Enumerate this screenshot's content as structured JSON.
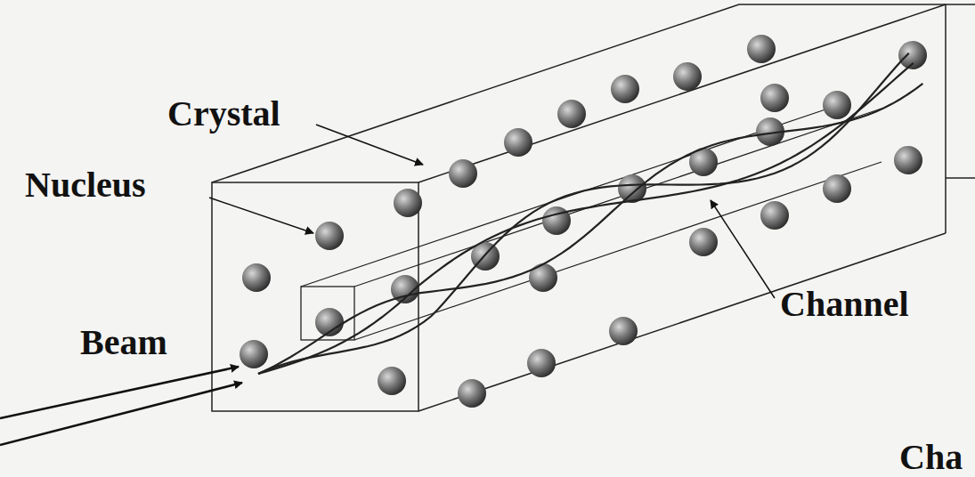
{
  "diagram": {
    "labels": [
      "Crystal",
      "Nucleus",
      "Beam",
      "Channel",
      "Cha"
    ]
  }
}
